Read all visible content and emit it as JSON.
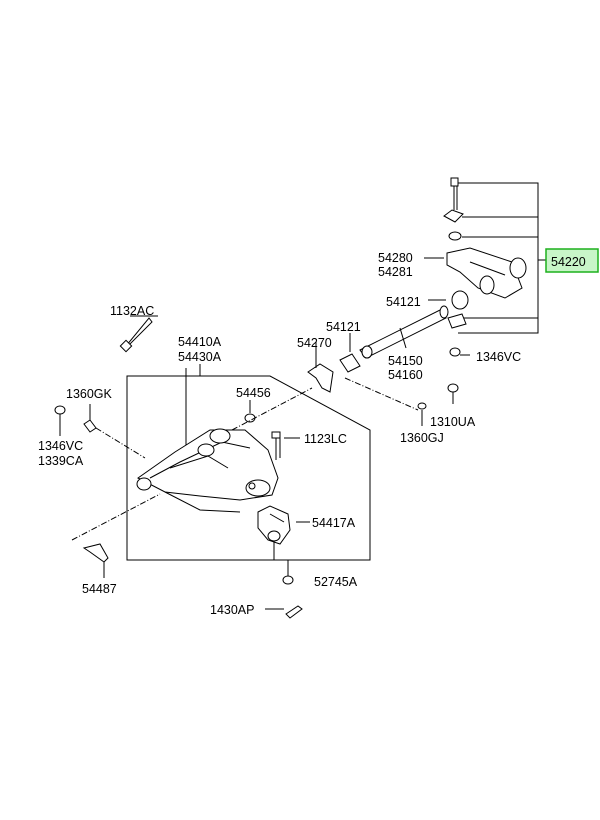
{
  "labels": {
    "p54220": "54220",
    "p54280": "54280",
    "p54281": "54281",
    "p54121a": "54121",
    "p1346vc_r": "1346VC",
    "p54121b": "54121",
    "p54270": "54270",
    "p54150": "54150",
    "p54160": "54160",
    "p1132ac": "1132AC",
    "p54410a": "54410A",
    "p54430a": "54430A",
    "p1360gk": "1360GK",
    "p54456": "54456",
    "p1123lc": "1123LC",
    "p1346vc_l": "1346VC",
    "p1339ca": "1339CA",
    "p1310ua": "1310UA",
    "p1360gj": "1360GJ",
    "p54417a": "54417A",
    "p54487": "54487",
    "p52745a": "52745A",
    "p1430ap": "1430AP"
  },
  "highlight": {
    "part": "54220",
    "fill": "#c8f5c8",
    "border": "#1db01d"
  }
}
